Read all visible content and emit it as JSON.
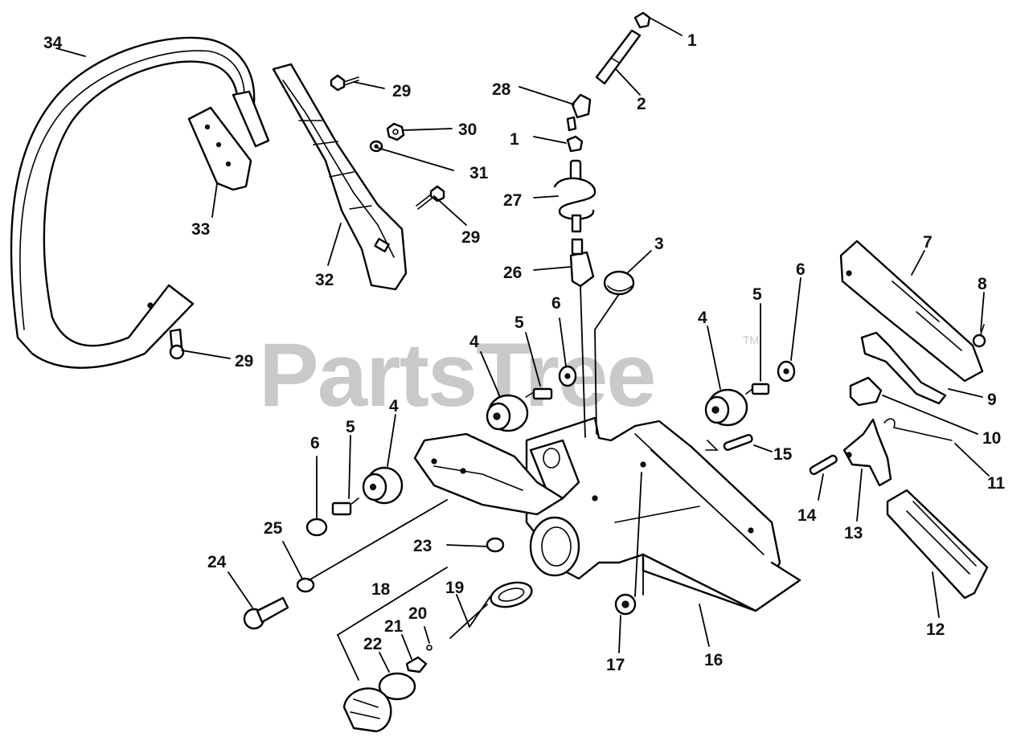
{
  "watermark": {
    "brand": "PartsTree",
    "trademark": "TM"
  },
  "callouts": {
    "c1a": "1",
    "c1b": "1",
    "c2": "2",
    "c3": "3",
    "c4a": "4",
    "c4b": "4",
    "c4c": "4",
    "c5a": "5",
    "c5b": "5",
    "c5c": "5",
    "c6a": "6",
    "c6b": "6",
    "c6c": "6",
    "c7": "7",
    "c8": "8",
    "c9": "9",
    "c10": "10",
    "c11": "11",
    "c12": "12",
    "c13": "13",
    "c14": "14",
    "c15": "15",
    "c16": "16",
    "c17": "17",
    "c18": "18",
    "c19": "19",
    "c20": "20",
    "c21": "21",
    "c22": "22",
    "c23": "23",
    "c24": "24",
    "c25": "25",
    "c26": "26",
    "c27": "27",
    "c28": "28",
    "c29a": "29",
    "c29b": "29",
    "c29c": "29",
    "c30": "30",
    "c31": "31",
    "c32": "32",
    "c33": "33",
    "c34": "34"
  }
}
